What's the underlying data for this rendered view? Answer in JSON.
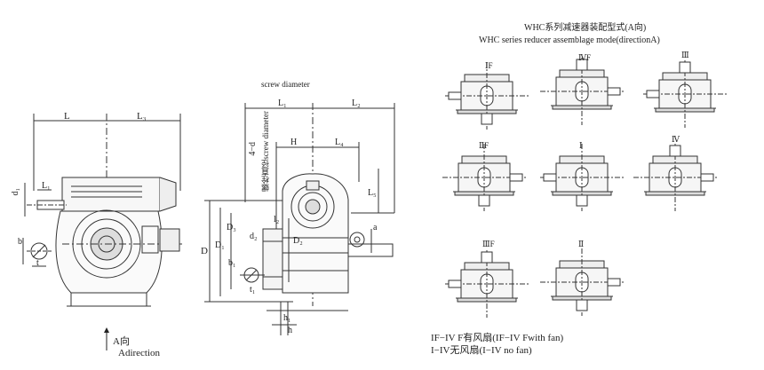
{
  "header": {
    "title_cn": "WHC系列减速器装配型式(A向)",
    "title_en": "WHC series reducer assemblage mode(directionA)"
  },
  "left_view": {
    "dims": {
      "L": "L",
      "L3": "L₃",
      "L1": "L₁",
      "d1": "d₁",
      "b": "b",
      "t": "t"
    },
    "arrow_cn": "A向",
    "arrow_en": "Adirection"
  },
  "mid_view": {
    "screw_label": "screw diameter",
    "four_d": "4−d",
    "vertical_label": "螺栓直径screw diameter",
    "dims": {
      "L1": "L₁",
      "L2": "L₂",
      "H": "H",
      "L4": "L₄",
      "L5": "L₅",
      "a": "a",
      "D": "D",
      "D1": "D₁",
      "D2": "D₂",
      "D3": "D₃",
      "d2": "d₂",
      "b1": "b₁",
      "t1": "t₁",
      "l2": "l₂",
      "h1": "h₁",
      "h": "h"
    }
  },
  "modes": {
    "IF": "ⅠF",
    "IVF": "ⅣF",
    "III": "Ⅲ",
    "IIF": "ⅡF",
    "I": "Ⅰ",
    "IV": "Ⅳ",
    "IIIF": "ⅢF",
    "II": "Ⅱ"
  },
  "legend": {
    "line1": "IF−IV F有风扇(IF−IV Fwith fan)",
    "line2": "I−IV无风扇(I−IV no fan)"
  }
}
